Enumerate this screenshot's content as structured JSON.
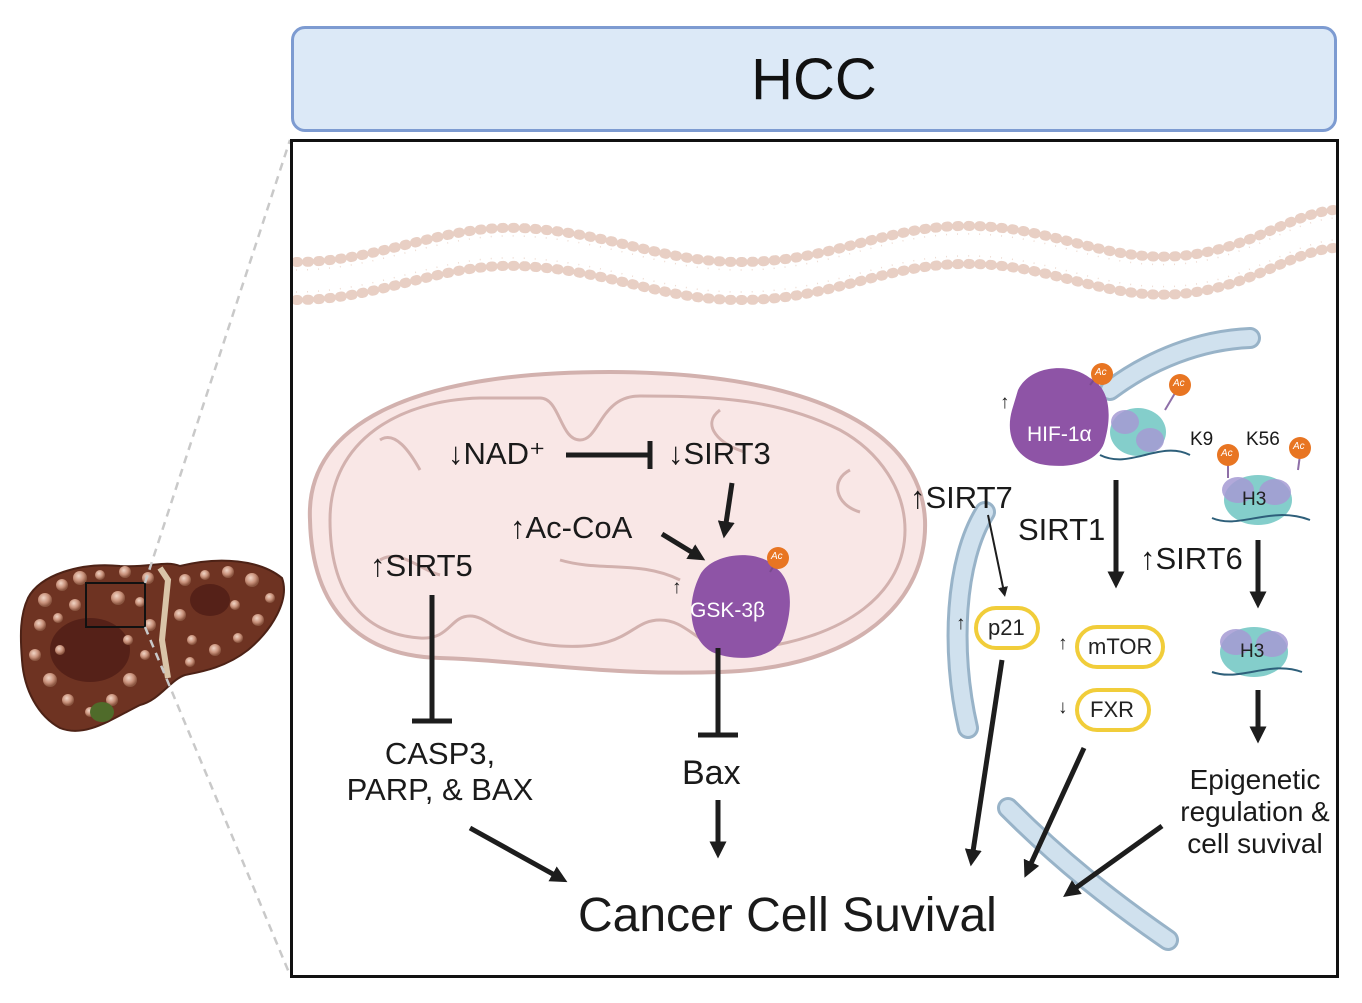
{
  "header": {
    "title": "HCC"
  },
  "labels": {
    "nad": "↓NAD⁺",
    "sirt3": "↓SIRT3",
    "acCoA": "↑Ac-CoA",
    "sirt5": "↑SIRT5",
    "gsk3b": "GSK-3β",
    "gsk_up": "↑",
    "casp": "CASP3,\nPARP, & BAX",
    "bax": "Bax",
    "survival": "Cancer Cell Suvival",
    "sirt7": "↑SIRT7",
    "p21": "p21",
    "p21_up": "↑",
    "hif": "HIF-1α",
    "hif_up": "↑",
    "sirt1": "SIRT1",
    "mtor": "mTOR",
    "mtor_up": "↑",
    "fxr": "FXR",
    "fxr_down": "↓",
    "sirt6": "↑SIRT6",
    "h3_top": "H3",
    "h3_bottom": "H3",
    "k9": "K9",
    "k56": "K56",
    "epigenetic": "Epigenetic regulation & cell suvival",
    "ac": "Ac"
  },
  "colors": {
    "title_fill": "#dce9f7",
    "title_border": "#7d9bd1",
    "mito_fill": "#f9e7e6",
    "mito_stroke": "#d2b1ae",
    "membrane": "#e8cfc4",
    "protein": "#8e54a6",
    "acetyl": "#e87522",
    "pill_border": "#f1cd3a",
    "er": "#bcd2e3",
    "arrow": "#1d1d1d"
  }
}
